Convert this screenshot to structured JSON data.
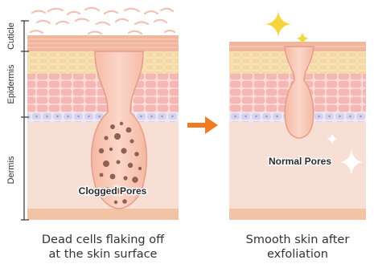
{
  "layer_labels": {
    "cuticle": "Cuticle",
    "epidermis": "Epidermis",
    "dermis": "Dermis"
  },
  "left_panel": {
    "pore_label": "Clogged Pores",
    "caption_line1": "Dead cells flaking off",
    "caption_line2": "at the skin surface"
  },
  "right_panel": {
    "pore_label": "Normal Pores",
    "caption_line1": "Smooth skin after",
    "caption_line2": "exfoliation"
  },
  "arrow_icon": "right-arrow-icon",
  "colors": {
    "cuticle": "#f1b69e",
    "fat_layer": "#f5d8a2",
    "epidermis_cells": "#f7c1bd",
    "basal_layer": "#dcd8f0",
    "dermis": "#f8dfd5",
    "pore": "#f7c3b0",
    "clog_dots": "#8e6151",
    "arrow": "#f07a22",
    "sparkle": "#f4d53e"
  }
}
